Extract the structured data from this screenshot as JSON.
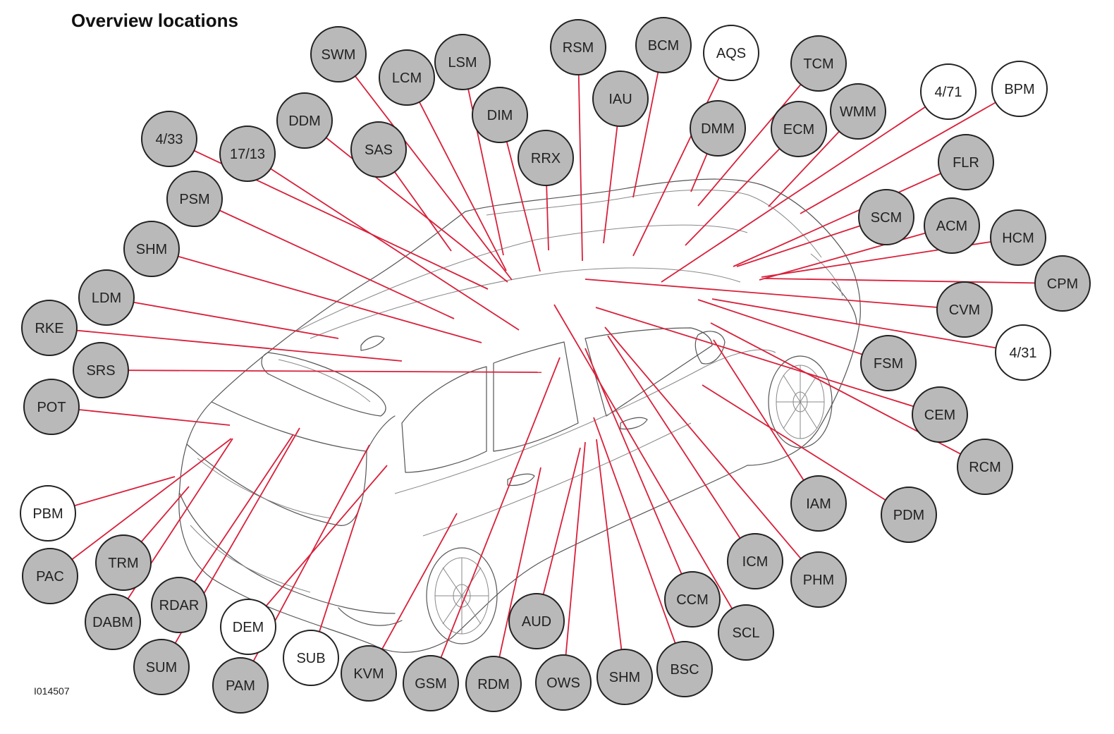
{
  "title": "Overview locations",
  "figure_id": "I014507",
  "colors": {
    "leader": "#d8203a",
    "filled": "#b9b9b9",
    "hollow": "#ffffff",
    "outline": "#222222"
  },
  "nodes": [
    {
      "label": "SWM",
      "filled": true
    },
    {
      "label": "LCM",
      "filled": true
    },
    {
      "label": "LSM",
      "filled": true
    },
    {
      "label": "DIM",
      "filled": true
    },
    {
      "label": "RSM",
      "filled": true
    },
    {
      "label": "BCM",
      "filled": true
    },
    {
      "label": "AQS",
      "filled": false
    },
    {
      "label": "TCM",
      "filled": true
    },
    {
      "label": "IAU",
      "filled": true
    },
    {
      "label": "DMM",
      "filled": true
    },
    {
      "label": "ECM",
      "filled": true
    },
    {
      "label": "WMM",
      "filled": true
    },
    {
      "label": "4/71",
      "filled": false
    },
    {
      "label": "BPM",
      "filled": false
    },
    {
      "label": "DDM",
      "filled": true
    },
    {
      "label": "SAS",
      "filled": true
    },
    {
      "label": "RRX",
      "filled": true
    },
    {
      "label": "4/33",
      "filled": true
    },
    {
      "label": "17/13",
      "filled": true
    },
    {
      "label": "PSM",
      "filled": true
    },
    {
      "label": "SHM",
      "filled": true
    },
    {
      "label": "LDM",
      "filled": true
    },
    {
      "label": "RKE",
      "filled": true
    },
    {
      "label": "SRS",
      "filled": true
    },
    {
      "label": "POT",
      "filled": true
    },
    {
      "label": "FLR",
      "filled": true
    },
    {
      "label": "SCM",
      "filled": true
    },
    {
      "label": "ACM",
      "filled": true
    },
    {
      "label": "HCM",
      "filled": true
    },
    {
      "label": "CPM",
      "filled": true
    },
    {
      "label": "CVM",
      "filled": true
    },
    {
      "label": "4/31",
      "filled": false
    },
    {
      "label": "FSM",
      "filled": true
    },
    {
      "label": "CEM",
      "filled": true
    },
    {
      "label": "RCM",
      "filled": true
    },
    {
      "label": "PDM",
      "filled": true
    },
    {
      "label": "IAM",
      "filled": true
    },
    {
      "label": "PHM",
      "filled": true
    },
    {
      "label": "ICM",
      "filled": true
    },
    {
      "label": "SCL",
      "filled": true
    },
    {
      "label": "CCM",
      "filled": true
    },
    {
      "label": "BSC",
      "filled": true
    },
    {
      "label": "SHM",
      "filled": true
    },
    {
      "label": "OWS",
      "filled": true
    },
    {
      "label": "AUD",
      "filled": true
    },
    {
      "label": "RDM",
      "filled": true
    },
    {
      "label": "GSM",
      "filled": true
    },
    {
      "label": "KVM",
      "filled": true
    },
    {
      "label": "SUB",
      "filled": false
    },
    {
      "label": "PAM",
      "filled": true
    },
    {
      "label": "DEM",
      "filled": false
    },
    {
      "label": "SUM",
      "filled": true
    },
    {
      "label": "RDAR",
      "filled": true
    },
    {
      "label": "DABM",
      "filled": true
    },
    {
      "label": "TRM",
      "filled": true
    },
    {
      "label": "PAC",
      "filled": true
    },
    {
      "label": "PBM",
      "filled": false
    }
  ]
}
